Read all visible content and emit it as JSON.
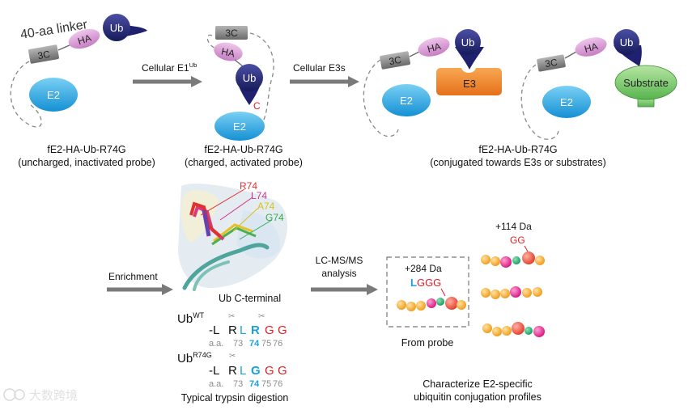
{
  "labels": {
    "linker": "40-aa linker",
    "ub": "Ub",
    "ha": "HA",
    "c3": "3C",
    "e2": "E2",
    "e3": "E3",
    "substrate": "Substrate",
    "cys": "C"
  },
  "arrows": {
    "cellular_e1": "Cellular E1",
    "cellular_e1_sup": "Ub",
    "cellular_e3s": "Cellular E3s",
    "enrichment": "Enrichment",
    "lcms_line1": "LC-MS/MS",
    "lcms_line2": "analysis"
  },
  "probes": [
    {
      "name": "fE2-HA-Ub-R74G",
      "state": "(uncharged, inactivated probe)"
    },
    {
      "name": "fE2-HA-Ub-R74G",
      "state": "(charged, activated probe)"
    },
    {
      "name": "fE2-HA-Ub-R74G",
      "state": "(conjugated towards E3s or substrates)"
    }
  ],
  "structure": {
    "residues": [
      {
        "label": "R74",
        "color": "#e0312f"
      },
      {
        "label": "L74",
        "color": "#d6308a"
      },
      {
        "label": "A74",
        "color": "#d6c21c"
      },
      {
        "label": "G74",
        "color": "#35a853"
      }
    ],
    "caption": "Ub C-terminal"
  },
  "sequences": {
    "ub_wt_base": "Ub",
    "ub_wt_sup": "WT",
    "ub_wt_residues": [
      "-L",
      "R",
      "L",
      "R",
      "G",
      "G"
    ],
    "ub_mut_base": "Ub",
    "ub_mut_sup": "R74G",
    "ub_mut_residues": [
      "-L",
      "R",
      "L",
      "G",
      "G",
      "G"
    ],
    "aa_prefix": "a.a.",
    "positions": [
      "73",
      "74",
      "75",
      "76"
    ],
    "caption": "Typical trypsin digestion"
  },
  "ms": {
    "probe_mass": "+284 Da",
    "probe_tag_l": "L",
    "probe_tag_ggg": "GGG",
    "probe_caption": "From probe",
    "gg_mass": "+114 Da",
    "gg_tag": "GG",
    "caption_line1": "Characterize E2-specific",
    "caption_line2": "ubiquitin conjugation profiles"
  },
  "watermark": "大数跨境",
  "colors": {
    "e2": "#29a3dc",
    "ub": "#1f2170",
    "ha": "#d38ed0",
    "c3": "#7b7b7b",
    "e3": "#f0862e",
    "substrate": "#7fcc6f",
    "arrow": "#7a7a7a",
    "red": "#e21e26",
    "blue": "#1aa0dd",
    "gray_text": "#8c8c8c",
    "bead_orange": "#f2a428",
    "bead_magenta": "#e21c8c",
    "bead_green": "#1aa46e",
    "bead_red": "#f04a3a"
  }
}
